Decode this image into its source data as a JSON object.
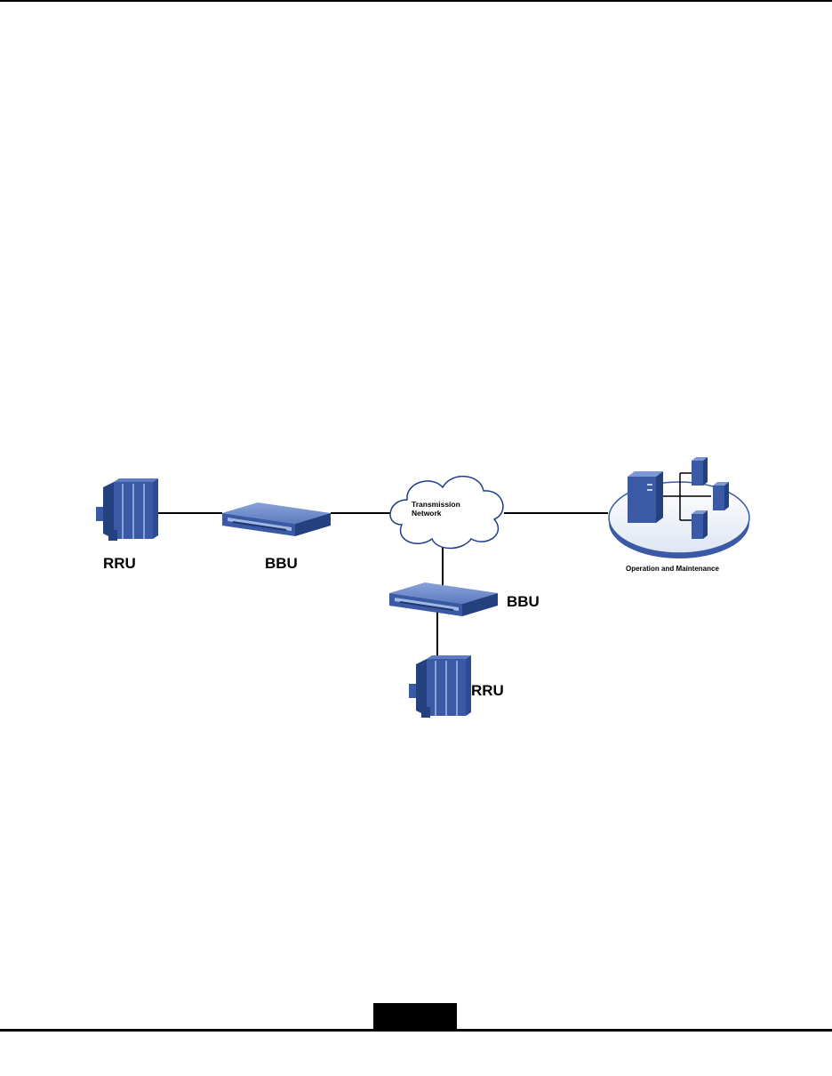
{
  "diagram": {
    "nodes": {
      "rru_left": {
        "label": "RRU"
      },
      "bbu_left": {
        "label": "BBU"
      },
      "cloud": {
        "label_line1": "Transmission",
        "label_line2": "Network"
      },
      "om": {
        "label": "Operation and Maintenance"
      },
      "bbu_bottom": {
        "label": "BBU"
      },
      "rru_bottom": {
        "label": "RRU"
      }
    }
  },
  "colors": {
    "device_fill": "#3a5aa6",
    "device_dark": "#24407f",
    "device_light": "#7d98d3",
    "cloud_fill": "#ffffff",
    "cloud_stroke": "#1f3e86",
    "platform_fill": "#e7ecf6",
    "platform_stroke": "#3a5aa6",
    "line": "#000000"
  },
  "icons": [
    "rru-icon",
    "bbu-icon",
    "cloud-icon",
    "server-icon",
    "platform-icon"
  ]
}
